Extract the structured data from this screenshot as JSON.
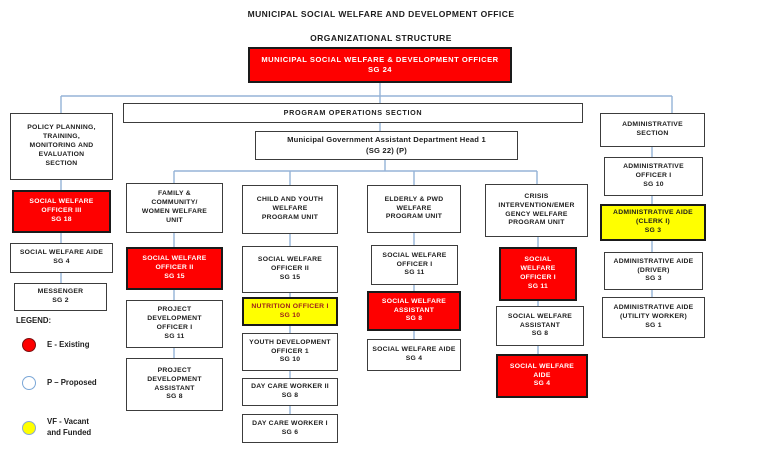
{
  "page": {
    "title_line1": "MUNICIPAL SOCIAL WELFARE AND DEVELOPMENT OFFICE",
    "title_line2": "ORGANIZATIONAL STRUCTURE"
  },
  "root": {
    "label": "MUNICIPAL SOCIAL WELFARE & DEVELOPMENT OFFICER",
    "sg": "SG 24"
  },
  "program_operations": {
    "label": "PROGRAM OPERATIONS SECTION"
  },
  "dept_head": {
    "label": "Municipal Government Assistant Department Head 1",
    "sg": "(SG 22) (P)"
  },
  "policy": {
    "section": {
      "label": "POLICY PLANNING,\nTRAINING,\nMONITORING AND\nEVALUATION\nSECTION"
    },
    "boxes": [
      {
        "label": "SOCIAL WELFARE\nOFFICER III",
        "sg": "SG 18",
        "status": "existing"
      },
      {
        "label": "SOCIAL WELFARE AIDE",
        "sg": "SG 4",
        "status": "plain"
      },
      {
        "label": "MESSENGER",
        "sg": "SG 2",
        "status": "plain"
      }
    ]
  },
  "family": {
    "section": {
      "label": "FAMILY &\nCOMMUNITY/\nWOMEN WELFARE\nUNIT"
    },
    "boxes": [
      {
        "label": "SOCIAL WELFARE\nOFFICER II",
        "sg": "SG 15",
        "status": "existing"
      },
      {
        "label": "PROJECT\nDEVELOPMENT\nOFFICER I",
        "sg": "SG 11",
        "status": "plain"
      },
      {
        "label": "PROJECT\nDEVELOPMENT\nASSISTANT",
        "sg": "SG 8",
        "status": "plain"
      }
    ]
  },
  "child": {
    "section": {
      "label": "CHILD AND YOUTH\nWELFARE\nPROGRAM UNIT"
    },
    "boxes": [
      {
        "label": "SOCIAL WELFARE\nOFFICER II",
        "sg": "SG 15",
        "status": "plain"
      },
      {
        "label": "NUTRITION OFFICER I",
        "sg": "SG 10",
        "status": "vacant_funded"
      },
      {
        "label": "YOUTH DEVELOPMENT\nOFFICER 1",
        "sg": "SG 10",
        "status": "plain"
      },
      {
        "label": "DAY CARE WORKER II",
        "sg": "SG 8",
        "status": "plain"
      },
      {
        "label": "DAY CARE WORKER I",
        "sg": "SG 6",
        "status": "plain"
      }
    ]
  },
  "elderly": {
    "section": {
      "label": "ELDERLY & PWD\nWELFARE\nPROGRAM UNIT"
    },
    "boxes": [
      {
        "label": "SOCIAL WELFARE\nOFFICER I",
        "sg": "SG 11",
        "status": "plain"
      },
      {
        "label": "SOCIAL WELFARE\nASSISTANT",
        "sg": "SG 8",
        "status": "existing"
      },
      {
        "label": "SOCIAL WELFARE AIDE",
        "sg": "SG 4",
        "status": "plain"
      }
    ]
  },
  "crisis": {
    "section": {
      "label": "CRISIS\nINTERVENTION/EMER\nGENCY WELFARE\nPROGRAM UNIT"
    },
    "boxes": [
      {
        "label": "SOCIAL\nWELFARE\nOFFICER I",
        "sg": "SG 11",
        "status": "existing"
      },
      {
        "label": "SOCIAL WELFARE\nASSISTANT",
        "sg": "SG 8",
        "status": "plain"
      },
      {
        "label": "SOCIAL WELFARE\nAIDE",
        "sg": "SG 4",
        "status": "existing"
      }
    ]
  },
  "admin": {
    "section": {
      "label": "ADMINISTRATIVE\nSECTION"
    },
    "boxes": [
      {
        "label": "ADMINISTRATIVE\nOFFICER I",
        "sg": "SG 10",
        "status": "plain"
      },
      {
        "label": "ADMINISTRATIVE AIDE\n(CLERK I)",
        "sg": "SG 3",
        "status": "vacant_funded"
      },
      {
        "label": "ADMINISTRATIVE AIDE\n(DRIVER)",
        "sg": "SG 3",
        "status": "plain"
      },
      {
        "label": "ADMINISTRATIVE AIDE\n(UTILITY WORKER)",
        "sg": "SG 1",
        "status": "plain"
      }
    ]
  },
  "legend": {
    "title": "LEGEND:",
    "items": [
      {
        "label": "E - Existing",
        "color": "#fe0000"
      },
      {
        "label": "P – Proposed",
        "color": "#ffffff"
      },
      {
        "label": "VF - Vacant\nand Funded",
        "color": "#ffff00"
      }
    ]
  },
  "colors": {
    "existing_fill": "#fe0000",
    "vacant_funded_fill": "#ffff00",
    "connector_line": "#95b3d7",
    "box_border": "#3c3c3c"
  }
}
